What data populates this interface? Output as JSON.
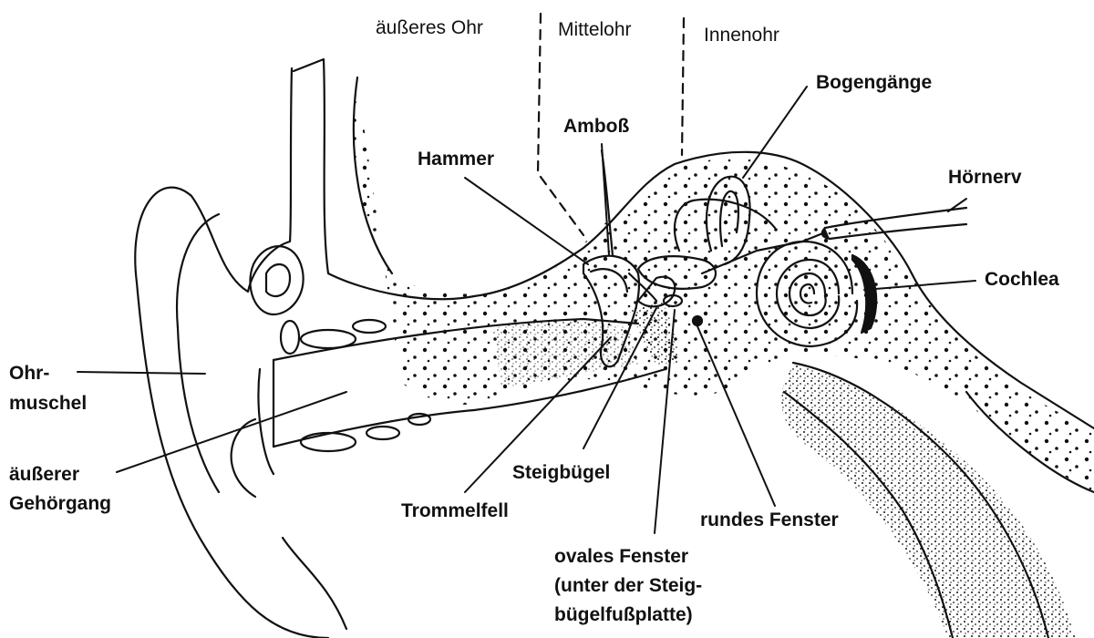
{
  "regions": {
    "outer_ear": "äußeres Ohr",
    "middle_ear": "Mittelohr",
    "inner_ear": "Innenohr"
  },
  "labels": {
    "bogengaenge": "Bogengänge",
    "amboss": "Amboß",
    "hammer": "Hammer",
    "hoernerv": "Hörnerv",
    "cochlea": "Cochlea",
    "ohrmuschel_1": "Ohr-",
    "ohrmuschel_2": "muschel",
    "gehoergang_1": "äußerer",
    "gehoergang_2": "Gehörgang",
    "steigbuegel": "Steigbügel",
    "trommelfell": "Trommelfell",
    "rundes_fenster": "rundes Fenster",
    "ovales_1": "ovales Fenster",
    "ovales_2": "(unter der Steig-",
    "ovales_3": "bügelfußplatte)"
  },
  "colors": {
    "ink": "#111111",
    "paper": "#ffffff"
  }
}
